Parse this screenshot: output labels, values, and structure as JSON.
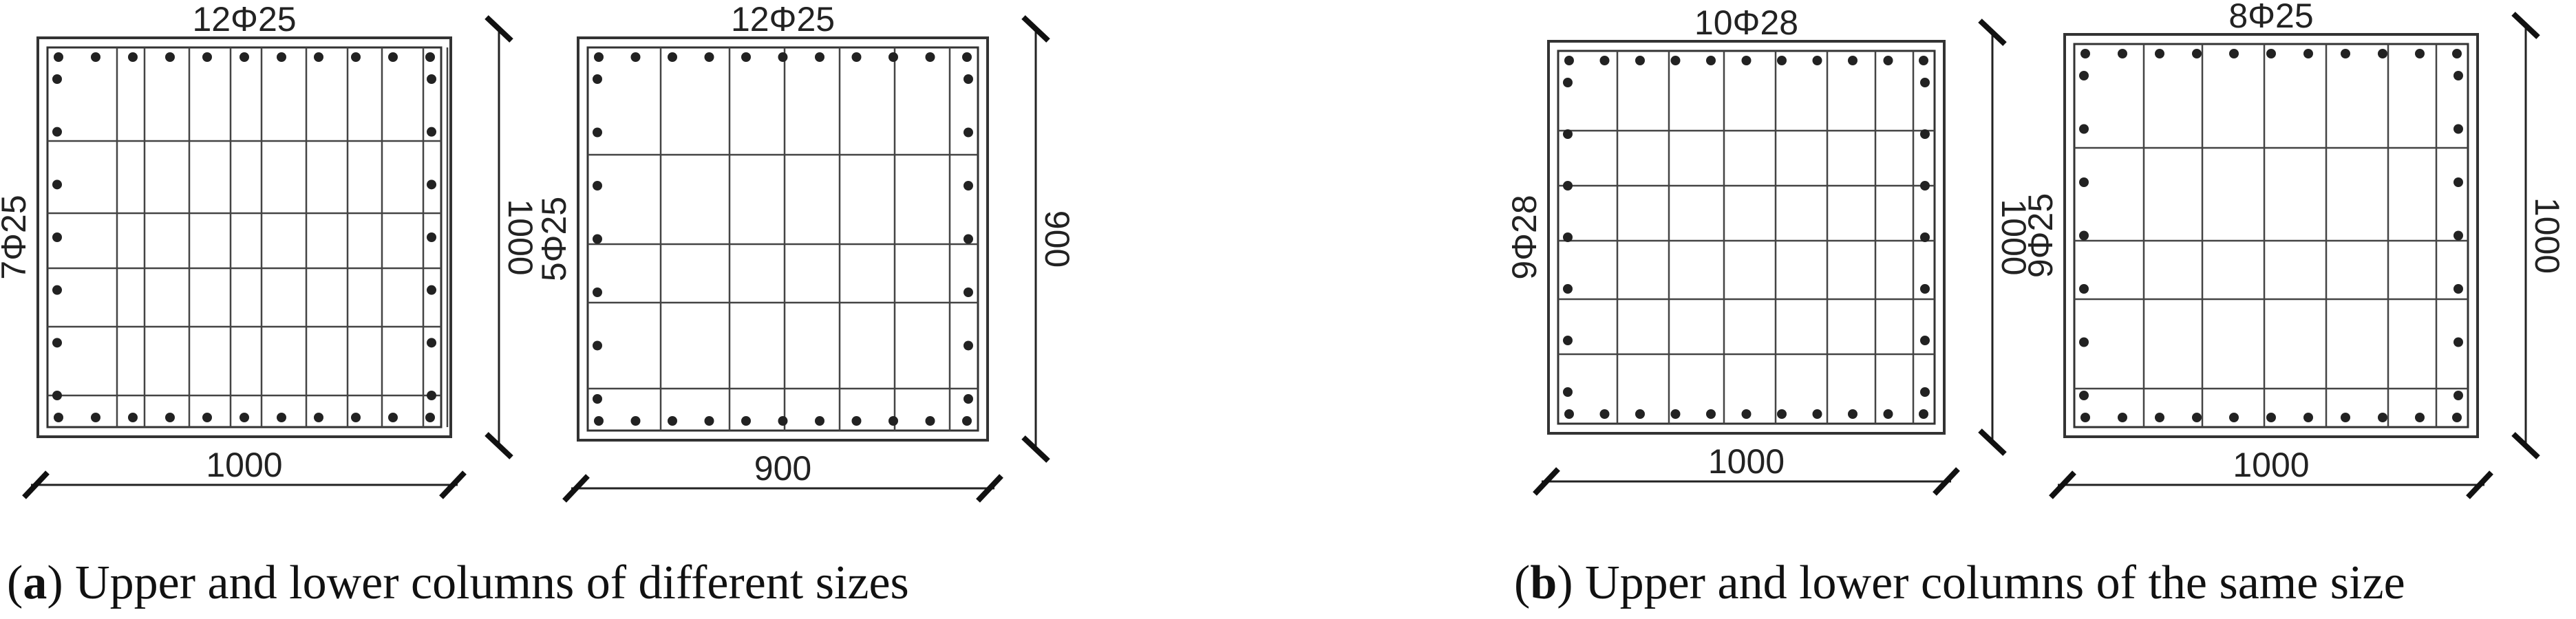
{
  "figure": {
    "panels": [
      {
        "id": "a",
        "caption_letter": "a",
        "caption_text": "Upper and lower columns of different sizes",
        "sections": [
          {
            "top_label": "12Φ25",
            "side_label": "7Φ25",
            "bottom_dim": "1000",
            "right_dim": "1000"
          },
          {
            "top_label": "12Φ25",
            "side_label": "5Φ25",
            "bottom_dim": "900",
            "right_dim": "900"
          }
        ]
      },
      {
        "id": "b",
        "caption_letter": "b",
        "caption_text": "Upper and lower columns of the same size",
        "sections": [
          {
            "top_label": "10Φ28",
            "side_label": "9Φ28",
            "bottom_dim": "1000",
            "right_dim": "1000"
          },
          {
            "top_label": "8Φ25",
            "side_label": "9Φ25",
            "bottom_dim": "1000",
            "right_dim": "1000"
          }
        ]
      }
    ]
  }
}
